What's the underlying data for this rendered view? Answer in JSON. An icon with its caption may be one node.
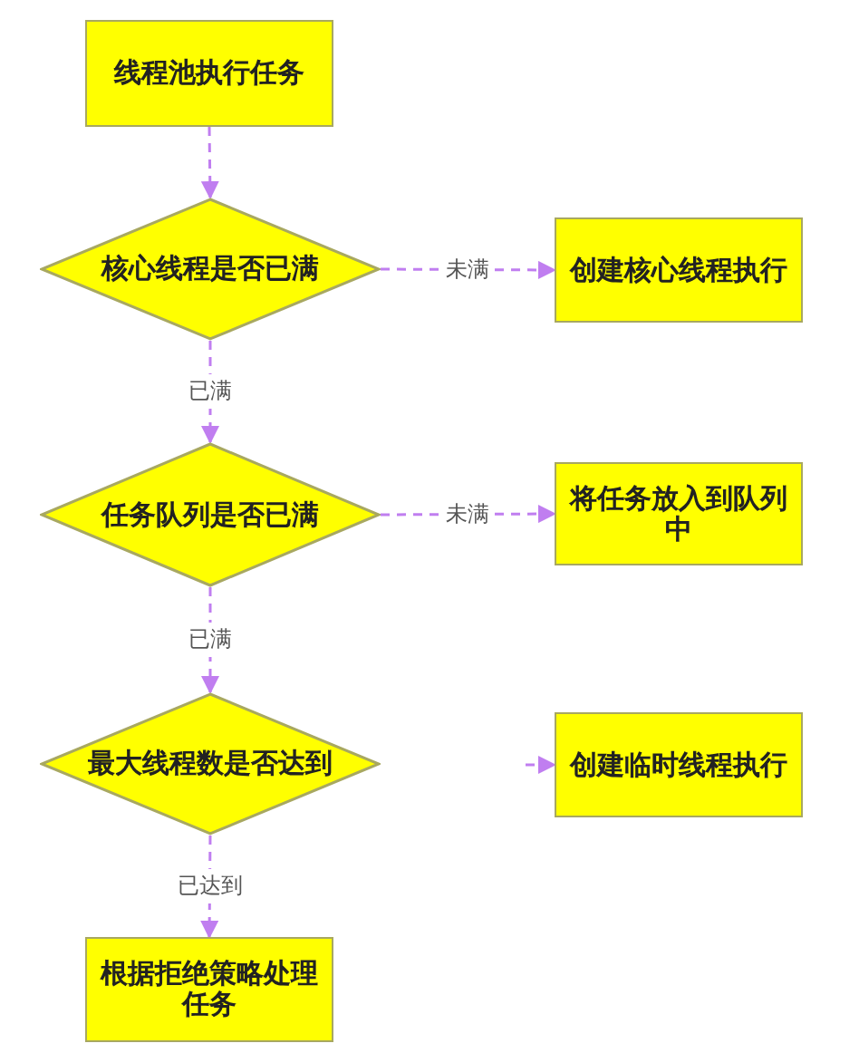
{
  "diagram": {
    "nodes": [
      {
        "text": [
          "线程池执行任务"
        ]
      },
      {
        "text": [
          "核心线程是否已满"
        ]
      },
      {
        "text": [
          "创建核心线程执行"
        ]
      },
      {
        "text": [
          "任务队列是否已满"
        ]
      },
      {
        "text": [
          "将任务放入到队列中"
        ]
      },
      {
        "text": [
          "最大线程数是否达到"
        ]
      },
      {
        "text": [
          "创建临时线程执行"
        ]
      },
      {
        "text": [
          "根据拒绝策略处理任务"
        ]
      }
    ],
    "edges": [
      {
        "from": 0,
        "to": 1,
        "arrow": "to",
        "style": "dashed"
      },
      {
        "from": 1,
        "to": 2,
        "arrow": "to",
        "style": "dashed",
        "label": "未满"
      },
      {
        "from": 1,
        "to": 3,
        "arrow": "to",
        "style": "dashed",
        "label": "已满"
      },
      {
        "from": 3,
        "to": 4,
        "arrow": "to",
        "style": "dashed",
        "label": "未满"
      },
      {
        "from": 3,
        "to": 5,
        "arrow": "to",
        "style": "dashed",
        "label": "已满"
      },
      {
        "from": null,
        "to": 6,
        "arrow": "to",
        "style": "dashed"
      },
      {
        "from": 5,
        "to": 7,
        "arrow": "to",
        "style": "dashed",
        "label": "已达到"
      }
    ]
  }
}
